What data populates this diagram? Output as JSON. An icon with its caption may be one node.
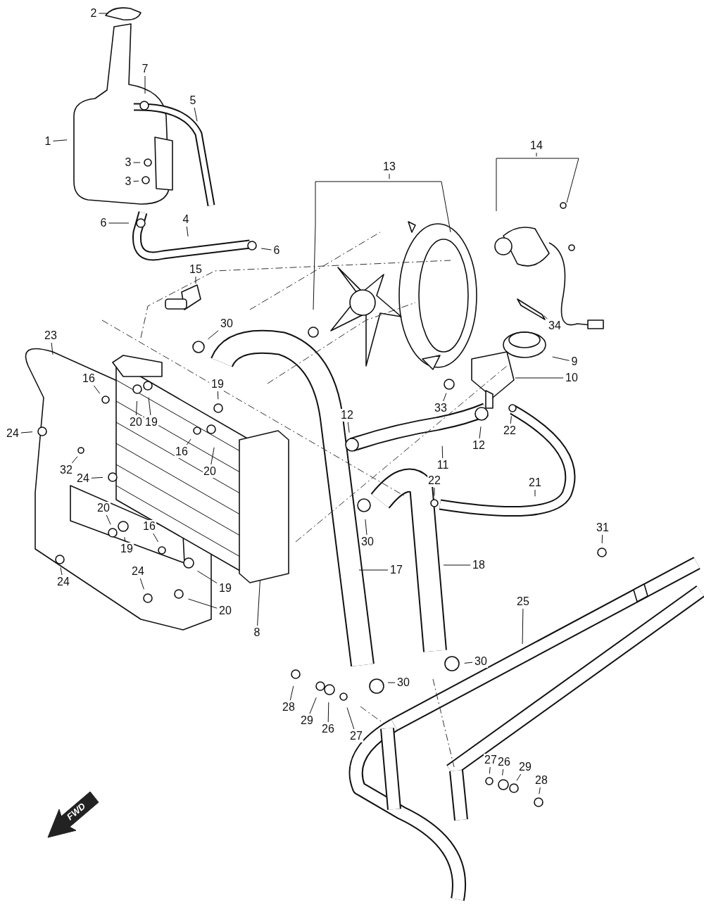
{
  "diagram": {
    "nodes": [
      {
        "text": [
          "2"
        ]
      },
      {
        "text": [
          "7"
        ]
      },
      {
        "text": [
          "5"
        ]
      },
      {
        "text": [
          "1"
        ]
      },
      {
        "text": [
          "3"
        ]
      },
      {
        "text": [
          "3"
        ]
      },
      {
        "text": [
          "4"
        ]
      },
      {
        "text": [
          "6"
        ]
      },
      {
        "text": [
          "6"
        ]
      },
      {
        "text": [
          "14"
        ]
      },
      {
        "text": [
          "13"
        ]
      },
      {
        "text": [
          "15"
        ]
      },
      {
        "text": [
          "34"
        ]
      },
      {
        "text": [
          "23"
        ]
      },
      {
        "text": [
          "30"
        ]
      },
      {
        "text": [
          "9"
        ]
      },
      {
        "text": [
          "10"
        ]
      },
      {
        "text": [
          "16"
        ]
      },
      {
        "text": [
          "19"
        ]
      },
      {
        "text": [
          "20"
        ]
      },
      {
        "text": [
          "19"
        ]
      },
      {
        "text": [
          "24"
        ]
      },
      {
        "text": [
          "33"
        ]
      },
      {
        "text": [
          "12"
        ]
      },
      {
        "text": [
          "22"
        ]
      },
      {
        "text": [
          "16"
        ]
      },
      {
        "text": [
          "20"
        ]
      },
      {
        "text": [
          "32"
        ]
      },
      {
        "text": [
          "11"
        ]
      },
      {
        "text": [
          "12"
        ]
      },
      {
        "text": [
          "24"
        ]
      },
      {
        "text": [
          "21"
        ]
      },
      {
        "text": [
          "22"
        ]
      },
      {
        "text": [
          "20"
        ]
      },
      {
        "text": [
          "30"
        ]
      },
      {
        "text": [
          "16"
        ]
      },
      {
        "text": [
          "19"
        ]
      },
      {
        "text": [
          "31"
        ]
      },
      {
        "text": [
          "17"
        ]
      },
      {
        "text": [
          "18"
        ]
      },
      {
        "text": [
          "24"
        ]
      },
      {
        "text": [
          "24"
        ]
      },
      {
        "text": [
          "19"
        ]
      },
      {
        "text": [
          "20"
        ]
      },
      {
        "text": [
          "8"
        ]
      },
      {
        "text": [
          "25"
        ]
      },
      {
        "text": [
          "30"
        ]
      },
      {
        "text": [
          "30"
        ]
      },
      {
        "text": [
          "28"
        ]
      },
      {
        "text": [
          "29"
        ]
      },
      {
        "text": [
          "26"
        ]
      },
      {
        "text": [
          "27"
        ]
      },
      {
        "text": [
          "27"
        ]
      },
      {
        "text": [
          "26"
        ]
      },
      {
        "text": [
          "29"
        ]
      },
      {
        "text": [
          "28"
        ]
      }
    ],
    "edges": [
      {
        "from": 0,
        "to": null,
        "arrow": "none"
      },
      {
        "from": 1,
        "to": null,
        "arrow": "none"
      },
      {
        "from": 2,
        "to": null,
        "arrow": "none"
      },
      {
        "from": 3,
        "to": null,
        "arrow": "none"
      },
      {
        "from": 4,
        "to": null,
        "arrow": "none"
      },
      {
        "from": 5,
        "to": null,
        "arrow": "none"
      },
      {
        "from": 6,
        "to": null,
        "arrow": "none"
      },
      {
        "from": 7,
        "to": null,
        "arrow": "none"
      },
      {
        "from": 8,
        "to": null,
        "arrow": "none"
      },
      {
        "from": 9,
        "to": null,
        "arrow": "none"
      },
      {
        "from": 10,
        "to": null,
        "arrow": "none"
      },
      {
        "from": 11,
        "to": null,
        "arrow": "none"
      },
      {
        "from": 12,
        "to": null,
        "arrow": "none"
      },
      {
        "from": 13,
        "to": null,
        "arrow": "none"
      },
      {
        "from": 14,
        "to": null,
        "arrow": "none"
      },
      {
        "from": 15,
        "to": null,
        "arrow": "none"
      },
      {
        "from": 16,
        "to": null,
        "arrow": "none"
      },
      {
        "from": 17,
        "to": null,
        "arrow": "none"
      },
      {
        "from": 18,
        "to": null,
        "arrow": "none"
      },
      {
        "from": 19,
        "to": null,
        "arrow": "none"
      },
      {
        "from": 20,
        "to": null,
        "arrow": "none"
      },
      {
        "from": 21,
        "to": null,
        "arrow": "none"
      },
      {
        "from": 22,
        "to": null,
        "arrow": "none"
      },
      {
        "from": 23,
        "to": null,
        "arrow": "none"
      },
      {
        "from": 24,
        "to": null,
        "arrow": "none"
      },
      {
        "from": 25,
        "to": null,
        "arrow": "none"
      },
      {
        "from": 26,
        "to": null,
        "arrow": "none"
      },
      {
        "from": 27,
        "to": null,
        "arrow": "none"
      },
      {
        "from": 28,
        "to": null,
        "arrow": "none"
      },
      {
        "from": 29,
        "to": null,
        "arrow": "none"
      },
      {
        "from": 30,
        "to": null,
        "arrow": "none"
      },
      {
        "from": 31,
        "to": null,
        "arrow": "none"
      },
      {
        "from": 32,
        "to": null,
        "arrow": "none"
      },
      {
        "from": 33,
        "to": null,
        "arrow": "none"
      },
      {
        "from": 34,
        "to": null,
        "arrow": "none"
      },
      {
        "from": 35,
        "to": null,
        "arrow": "none"
      },
      {
        "from": 36,
        "to": null,
        "arrow": "none"
      },
      {
        "from": 37,
        "to": null,
        "arrow": "none"
      },
      {
        "from": 38,
        "to": null,
        "arrow": "none"
      },
      {
        "from": 39,
        "to": null,
        "arrow": "none"
      },
      {
        "from": 40,
        "to": null,
        "arrow": "none"
      },
      {
        "from": 41,
        "to": null,
        "arrow": "none"
      },
      {
        "from": 42,
        "to": null,
        "arrow": "none"
      },
      {
        "from": 43,
        "to": null,
        "arrow": "none"
      },
      {
        "from": 44,
        "to": null,
        "arrow": "none"
      },
      {
        "from": 45,
        "to": null,
        "arrow": "none"
      },
      {
        "from": 46,
        "to": null,
        "arrow": "none"
      },
      {
        "from": 47,
        "to": null,
        "arrow": "none"
      },
      {
        "from": 48,
        "to": null,
        "arrow": "none"
      },
      {
        "from": 49,
        "to": null,
        "arrow": "none"
      },
      {
        "from": 50,
        "to": null,
        "arrow": "none"
      },
      {
        "from": 51,
        "to": null,
        "arrow": "none"
      },
      {
        "from": 52,
        "to": null,
        "arrow": "none"
      },
      {
        "from": 53,
        "to": null,
        "arrow": "none"
      },
      {
        "from": 54,
        "to": null,
        "arrow": "none"
      },
      {
        "from": 55,
        "to": null,
        "arrow": "none"
      }
    ],
    "labels": [
      "FWD"
    ]
  }
}
